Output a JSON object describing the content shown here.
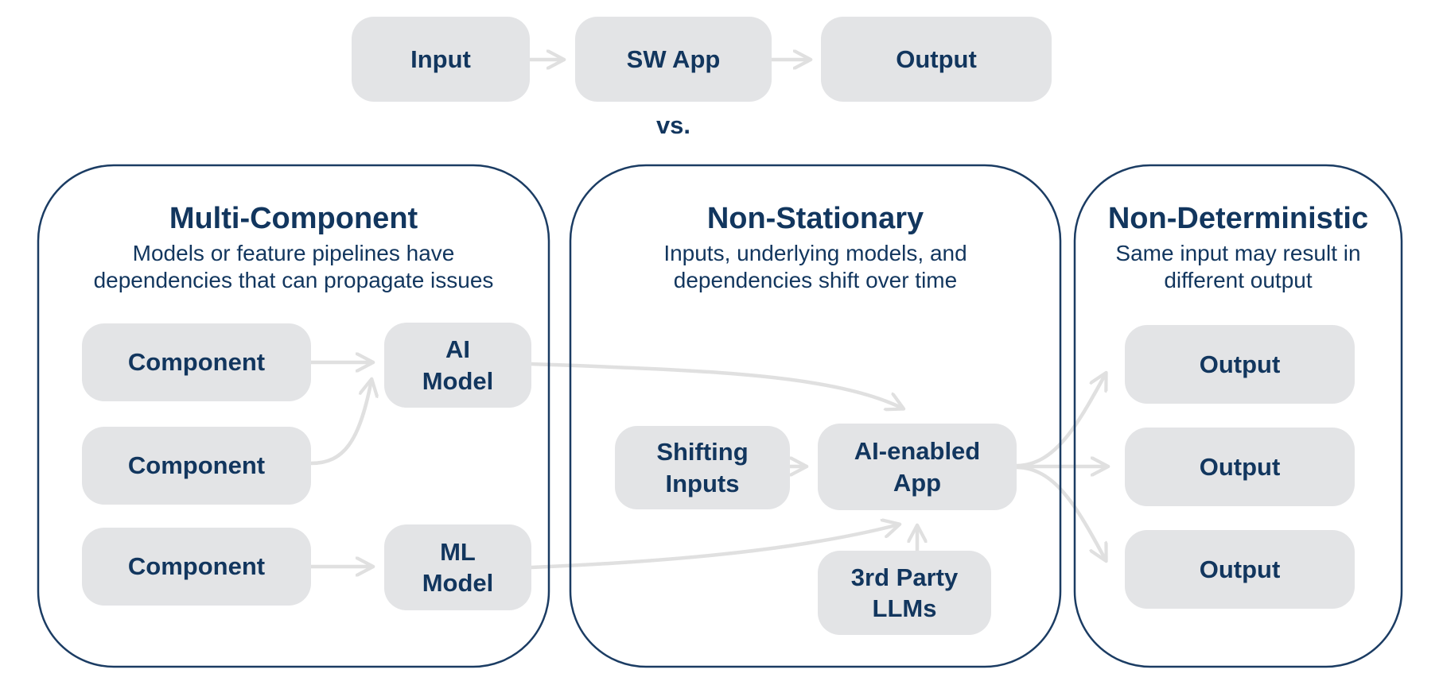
{
  "colors": {
    "text_navy": "#12365e",
    "panel_border_navy": "#1b3c63",
    "node_fill_grey": "#e3e4e6",
    "arrow_grey": "#e0e0e0",
    "background": "#ffffff"
  },
  "top_flow": {
    "nodes": [
      {
        "label": "Input"
      },
      {
        "label": "SW App"
      },
      {
        "label": "Output"
      }
    ],
    "vs_label": "vs."
  },
  "panels": [
    {
      "title": "Multi-Component",
      "subtitle": [
        "Models or feature pipelines have",
        "dependencies that can propagate issues"
      ],
      "nodes": [
        {
          "label": "Component"
        },
        {
          "label": "Component"
        },
        {
          "label": "Component"
        },
        {
          "label": [
            "AI",
            "Model"
          ]
        },
        {
          "label": [
            "ML",
            "Model"
          ]
        }
      ]
    },
    {
      "title": "Non-Stationary",
      "subtitle": [
        "Inputs, underlying models, and",
        "dependencies shift over time"
      ],
      "nodes": [
        {
          "label": [
            "Shifting",
            "Inputs"
          ]
        },
        {
          "label": [
            "AI-enabled",
            "App"
          ]
        },
        {
          "label": [
            "3rd Party",
            "LLMs"
          ]
        }
      ]
    },
    {
      "title": "Non-Deterministic",
      "subtitle": [
        "Same input may result in",
        "different output"
      ],
      "nodes": [
        {
          "label": "Output"
        },
        {
          "label": "Output"
        },
        {
          "label": "Output"
        }
      ]
    }
  ]
}
